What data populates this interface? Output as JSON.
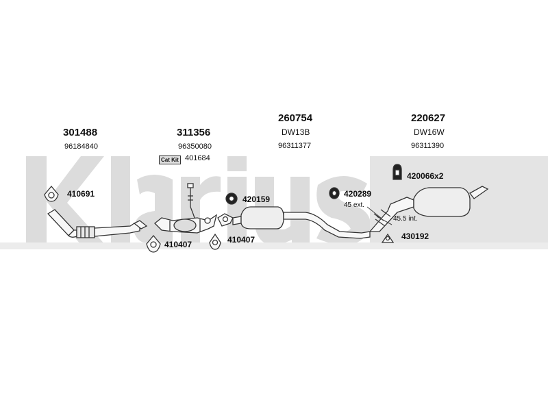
{
  "brand": "klarius",
  "groups": [
    {
      "number": "301488",
      "ref": "96184840"
    },
    {
      "number": "311356",
      "ref": "96350080"
    },
    {
      "number": "260754",
      "code": "DW13B",
      "ref": "96311377"
    },
    {
      "number": "220627",
      "code": "DW16W",
      "ref": "96311390"
    }
  ],
  "cat_kit": {
    "badge": "Cat Kit",
    "number": "401684"
  },
  "parts": {
    "p410691": "410691",
    "p410407a": "410407",
    "p410407b": "410407",
    "p420159": "420159",
    "p420289": "420289",
    "p420066": "420066x2",
    "p430192": "430192"
  },
  "notes": {
    "ext": "45 ext.",
    "int": "45.5 int."
  },
  "colors": {
    "watermark": "#d9d9d9",
    "line": "#333333",
    "fill": "#f2f2f2"
  }
}
